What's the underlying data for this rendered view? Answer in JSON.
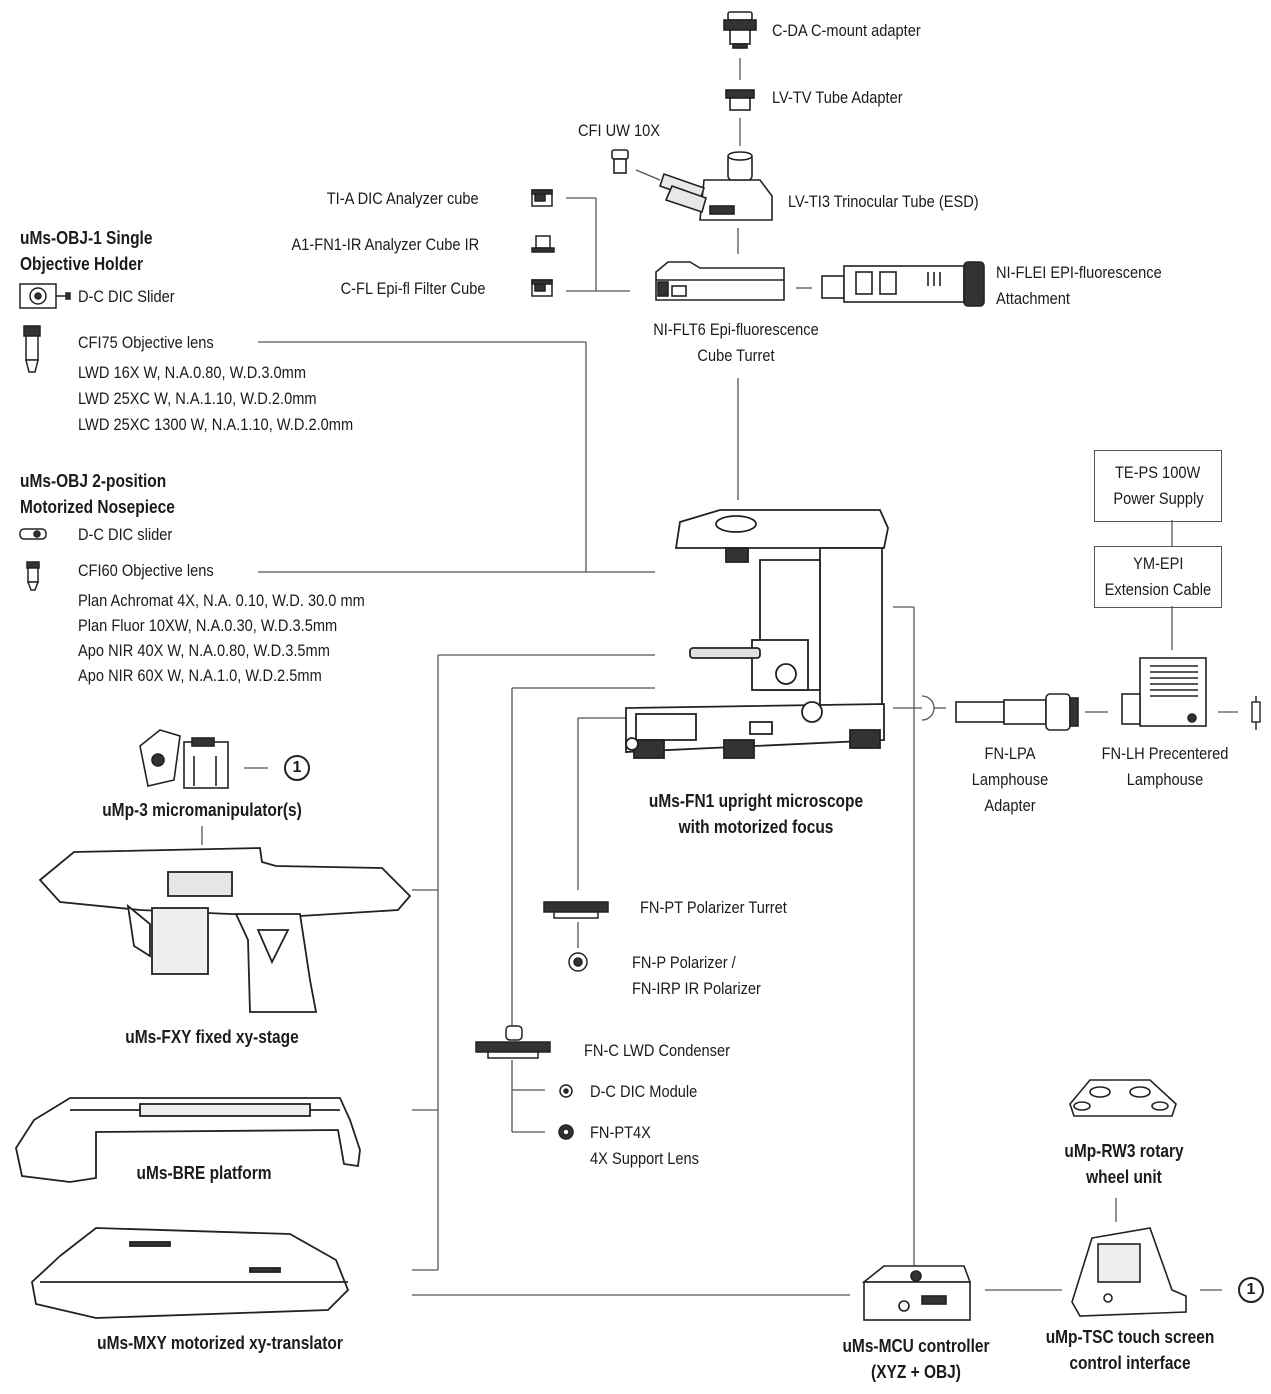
{
  "top": {
    "cda": "C-DA C-mount adapter",
    "lvtv": "LV-TV Tube Adapter",
    "cfiuw": "CFI UW 10X",
    "lvti3": "LV-TI3 Trinocular Tube (ESD)"
  },
  "cubes": {
    "tia": "TI-A DIC Analyzer cube",
    "a1fn1": "A1-FN1-IR Analyzer Cube IR",
    "cfl": "C-FL Epi-fl Filter Cube"
  },
  "turret": {
    "line1": "NI-FLT6 Epi-fluorescence",
    "line2": "Cube Turret"
  },
  "flei": {
    "line1": "NI-FLEI EPI-fluorescence",
    "line2": "Attachment"
  },
  "obj1": {
    "title1": "uMs-OBJ-1 Single",
    "title2": "Objective Holder",
    "slider": "D-C DIC Slider",
    "lens": "CFI75 Objective lens",
    "specs": [
      "LWD 16X W, N.A.0.80, W.D.3.0mm",
      "LWD 25XC W, N.A.1.10, W.D.2.0mm",
      "LWD 25XC 1300 W, N.A.1.10, W.D.2.0mm"
    ]
  },
  "obj2": {
    "title1": "uMs-OBJ 2-position",
    "title2": "Motorized Nosepiece",
    "slider": "D-C DIC slider",
    "lens": "CFI60 Objective lens",
    "specs": [
      "Plan Achromat 4X, N.A. 0.10, W.D. 30.0 mm",
      "Plan Fluor 10XW, N.A.0.30, W.D.3.5mm",
      "Apo NIR 40X W, N.A.0.80, W.D.3.5mm",
      "Apo NIR 60X W, N.A.1.0, W.D.2.5mm"
    ]
  },
  "power": {
    "line1": "TE-PS 100W",
    "line2": "Power Supply"
  },
  "cable": {
    "line1": "YM-EPI",
    "line2": "Extension Cable"
  },
  "microscope": {
    "line1": "uMs-FN1 upright microscope",
    "line2": "with motorized focus"
  },
  "lpa": {
    "line1": "FN-LPA",
    "line2": "Lamphouse",
    "line3": "Adapter"
  },
  "lh": {
    "line1": "FN-LH Precentered",
    "line2": "Lamphouse"
  },
  "ump3": "uMp-3 micromanipulator(s)",
  "marker": "1",
  "fxy": "uMs-FXY fixed xy-stage",
  "bre": "uMs-BRE platform",
  "mxy": "uMs-MXY motorized xy-translator",
  "pt": "FN-PT Polarizer Turret",
  "pol": {
    "line1": "FN-P Polarizer /",
    "line2": "FN-IRP IR Polarizer"
  },
  "cond": "FN-C LWD Condenser",
  "dic": "D-C DIC Module",
  "pt4x": {
    "line1": "FN-PT4X",
    "line2": "4X Support Lens"
  },
  "rw3": {
    "line1": "uMp-RW3 rotary",
    "line2": "wheel unit"
  },
  "mcu": {
    "line1": "uMs-MCU controller",
    "line2": "(XYZ + OBJ)"
  },
  "tsc": {
    "line1": "uMp-TSC touch screen",
    "line2": "control interface"
  }
}
